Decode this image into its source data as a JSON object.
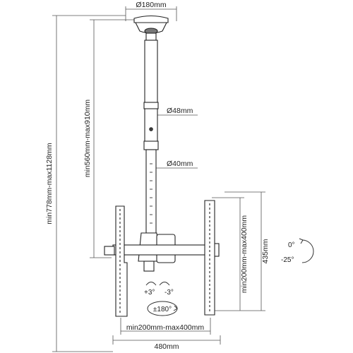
{
  "dimensions": {
    "base_diameter": "Ø180mm",
    "upper_tube_diameter": "Ø48mm",
    "lower_tube_diameter": "Ø40mm",
    "total_height": "min778mm-max1128mm",
    "pole_length": "min560mm-max910mm",
    "vertical_hole_spacing": "min200mm-max400mm",
    "bracket_height": "435mm",
    "horizontal_hole_spacing": "min200mm-max400mm",
    "total_width": "480mm"
  },
  "adjustments": {
    "tilt_upper": "0°",
    "tilt_lower": "-25°",
    "level_left": "+3°",
    "level_right": "-3°",
    "swivel": "±180°"
  }
}
